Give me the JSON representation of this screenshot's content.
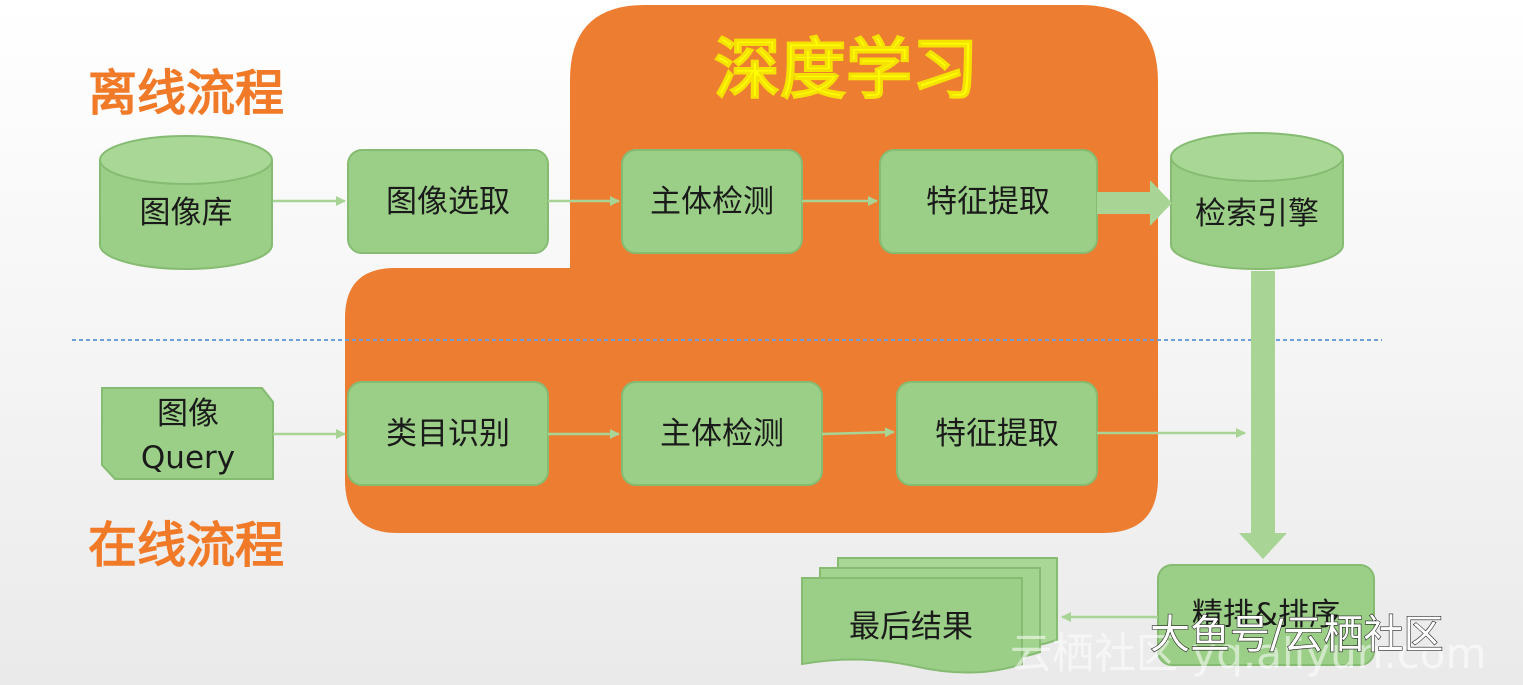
{
  "sections": {
    "offline": "离线流程",
    "online": "在线流程",
    "deep_learning": "深度学习"
  },
  "nodes": {
    "image_db": "图像库",
    "image_select": "图像选取",
    "detect_offline": "主体检测",
    "feature_offline": "特征提取",
    "search_engine": "检索引擎",
    "query_line1": "图像",
    "query_line2": "Query",
    "category": "类目识别",
    "detect_online": "主体检测",
    "feature_online": "特征提取",
    "rerank": "精排&排序",
    "result": "最后结果"
  },
  "watermark": {
    "main": "大鱼号/云栖社区",
    "faint": "云栖社区 yq.aliyun.com"
  },
  "colors": {
    "orange": "#ed7d31",
    "title_orange": "#f07a28",
    "yellow": "#ffff00",
    "node_fill": "#9bcf87",
    "node_stroke": "#86bb72",
    "arrow": "#a8d595",
    "divider": "#6f9fd8"
  }
}
